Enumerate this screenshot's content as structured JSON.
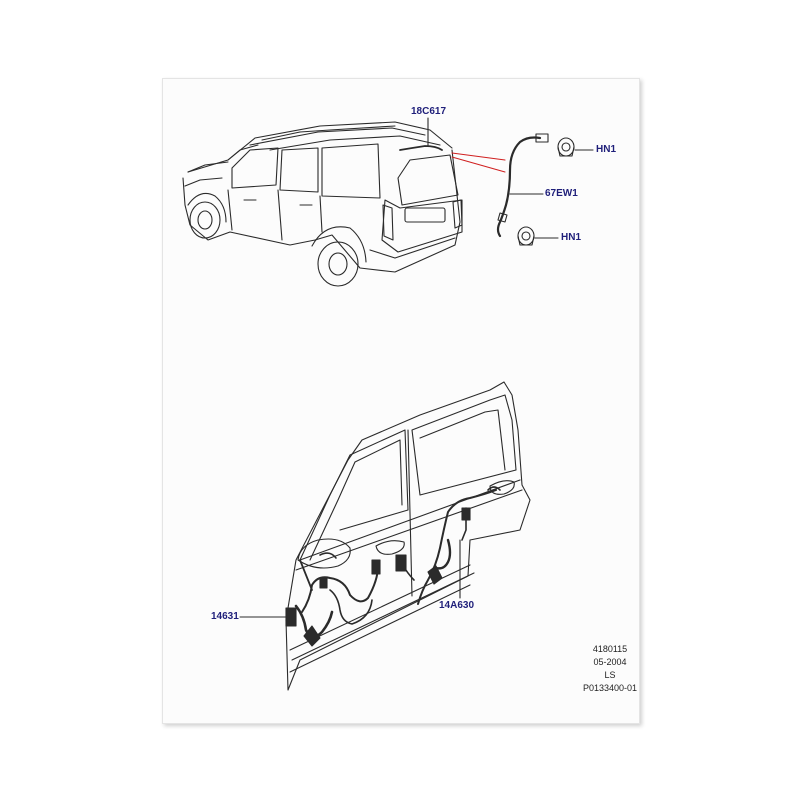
{
  "callouts": {
    "c18c617": "18C617",
    "c67ew1": "67EW1",
    "hn1_top": "HN1",
    "hn1_bottom": "HN1",
    "c14631": "14631",
    "c14a630": "14A630"
  },
  "reference": {
    "line1": "4180115",
    "line2": "05-2004",
    "line3": "LS",
    "line4": "P0133400-01"
  },
  "colors": {
    "callout_text": "#1f1f7a",
    "linework": "#2b2b2b",
    "highlight_line": "#d02020"
  }
}
